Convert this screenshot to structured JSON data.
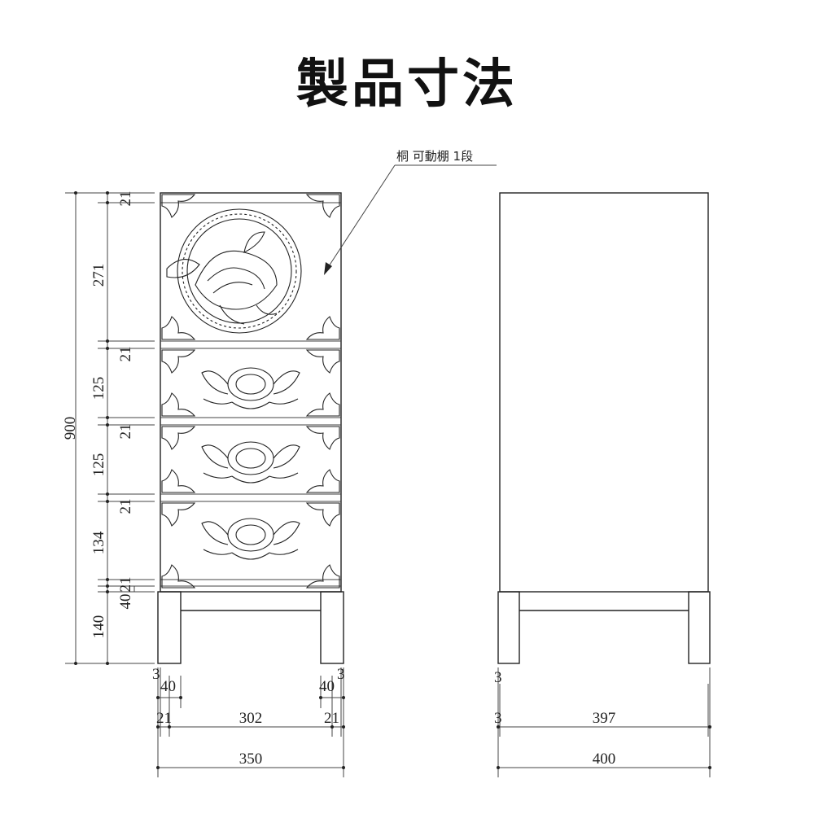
{
  "title": "製品寸法",
  "annotation": "桐 可動棚 1段",
  "dims": {
    "total_height": "900",
    "top_board": "21",
    "upper_door": "271",
    "rail_1": "21",
    "drawer_1": "125",
    "rail_2": "21",
    "drawer_2": "125",
    "rail_3": "21",
    "drawer_3": "134",
    "bottom_board": "21",
    "base_rail": "40",
    "leg": "140",
    "left_offset_3": "3",
    "left_leg_40": "40",
    "right_leg_40": "40",
    "right_offset_3": "3",
    "side_21_left": "21",
    "inner_width": "302",
    "side_21_right": "21",
    "front_width": "350",
    "side_offset_3": "3",
    "side_offset_3b": "3",
    "side_depth": "397",
    "side_total": "400"
  }
}
